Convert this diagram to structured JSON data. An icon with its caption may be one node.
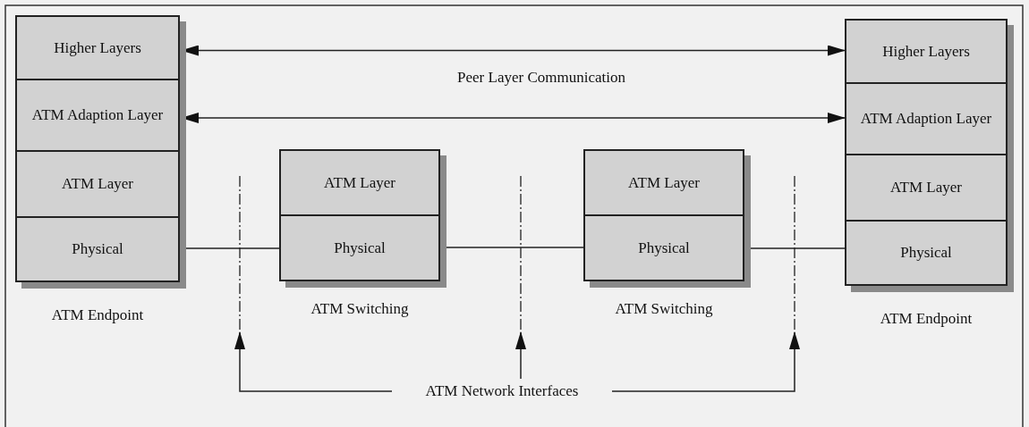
{
  "diagram": {
    "nodes": [
      {
        "text": [],
        "shape": "box",
        "beside": [
          "ATM Endpoint"
        ]
      },
      {
        "text": [
          "Higher Layers"
        ],
        "in": 0
      },
      {
        "text": [
          "ATM Adaption Layer"
        ],
        "in": 0
      },
      {
        "text": [
          "ATM Layer"
        ],
        "in": 0
      },
      {
        "text": [
          "Physical"
        ],
        "in": 0
      },
      {
        "text": [],
        "shape": "box",
        "beside": [
          "ATM Switching"
        ]
      },
      {
        "text": [
          "ATM Layer"
        ],
        "in": 5
      },
      {
        "text": [
          "Physical"
        ],
        "in": 5
      },
      {
        "text": [],
        "shape": "box",
        "beside": [
          "ATM Switching"
        ]
      },
      {
        "text": [
          "ATM Layer"
        ],
        "in": 8
      },
      {
        "text": [
          "Physical"
        ],
        "in": 8
      },
      {
        "text": [],
        "shape": "box",
        "beside": [
          "ATM Endpoint"
        ]
      },
      {
        "text": [
          "Higher Layers"
        ],
        "in": 11
      },
      {
        "text": [
          "ATM Adaption Layer"
        ],
        "in": 11
      },
      {
        "text": [
          "ATM Layer"
        ],
        "in": 11
      },
      {
        "text": [
          "Physical"
        ],
        "in": 11
      },
      {
        "text": [
          "ATM Network Interfaces"
        ]
      },
      {
        "text": [],
        "shape": "bar"
      },
      {
        "text": [],
        "shape": "bar"
      },
      {
        "text": [],
        "shape": "bar"
      }
    ],
    "edges": [
      {
        "from": 1,
        "to": 12,
        "arrow": "both"
      },
      {
        "from": 2,
        "to": 13,
        "arrow": "both"
      },
      {
        "from": 0,
        "to": 5,
        "arrow": "none"
      },
      {
        "from": 5,
        "to": 8,
        "arrow": "none"
      },
      {
        "from": 8,
        "to": 11,
        "arrow": "none"
      },
      {
        "from": 16,
        "to": 17,
        "arrow": "to"
      },
      {
        "from": 16,
        "to": 18,
        "arrow": "to"
      },
      {
        "from": 16,
        "to": 19,
        "arrow": "to"
      }
    ],
    "labels": [
      "Peer Layer Communication"
    ]
  }
}
